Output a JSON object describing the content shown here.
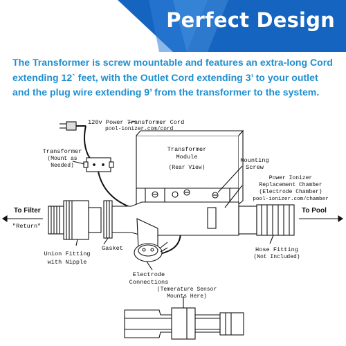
{
  "banner": {
    "title": "Perfect Design",
    "colors": {
      "blue": "#1565c0",
      "light_blue": "#2e86de",
      "white": "#ffffff"
    }
  },
  "intro": {
    "text": "The Transformer is screw mountable and features an extra-long Cord extending 12` feet, with the Outlet Cord extending 3’ to your outlet and the plug wire extending 9’ from the transformer to the system.",
    "color": "#1f8fcf"
  },
  "labels": {
    "power_cord": "120v Power Transformer Cord",
    "power_cord_url": "pool-ionizer.com/cord",
    "transformer": "Transformer",
    "transformer_note_1": "(Mount as",
    "transformer_note_2": "Needed)",
    "module_1": "Transformer",
    "module_2": "Module",
    "module_view": "(Rear View)",
    "mounting_1": "Mounting",
    "mounting_2": "Screw",
    "chamber_1": "Power Ionizer",
    "chamber_2": "Replacement Chamber",
    "chamber_3": "(Electrode Chamber)",
    "chamber_url": "pool-ionizer.com/chamber",
    "to_filter": "To Filter",
    "return": "\"Return\"",
    "to_pool": "To Pool",
    "gasket": "Gasket",
    "union_1": "Union Fitting",
    "union_2": "with Nipple",
    "electrode_1": "Electrode",
    "electrode_2": "Connections",
    "hose_1": "Hose Fitting",
    "hose_2": "(Not Included)",
    "sensor_1": "(Temerature Sensor",
    "sensor_2": "Mounts Here)"
  }
}
